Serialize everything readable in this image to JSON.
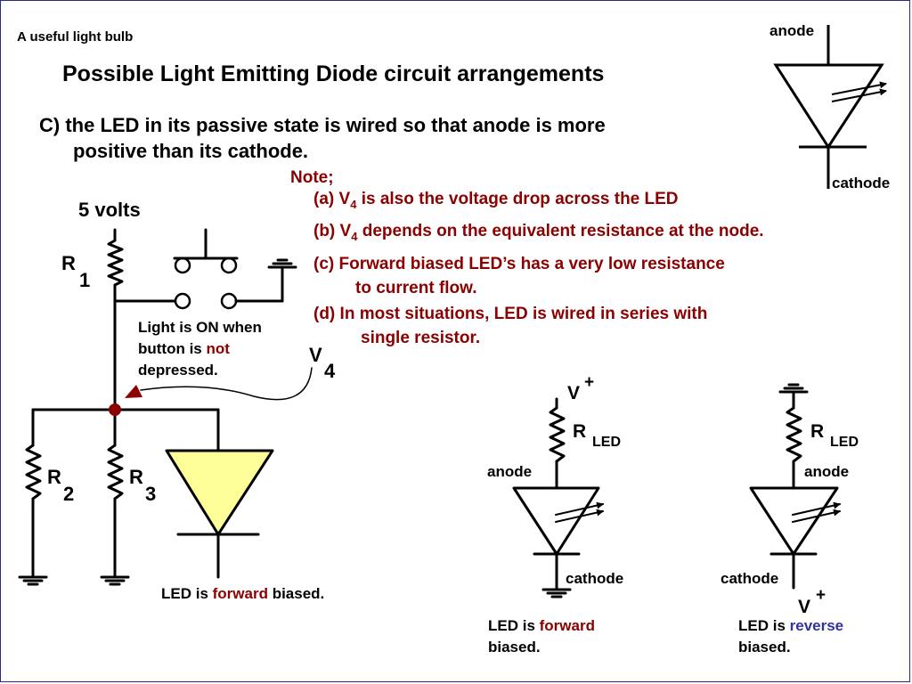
{
  "slide": {
    "header": "A useful light bulb",
    "title": "Possible Light Emitting Diode circuit arrangements",
    "subtitle_line1": "C) the LED in its passive state is wired so that anode is more",
    "subtitle_line2": "positive than its cathode."
  },
  "notes": {
    "heading": "Note;",
    "a_prefix": "(a)  V",
    "a_sub": "4",
    "a_rest": " is also the voltage drop across the LED",
    "b_prefix": "(b)  V",
    "b_sub": "4",
    "b_rest": " depends on the equivalent resistance at the node.",
    "c_line1": "(c)  Forward biased LED’s has a very low resistance",
    "c_line2": "to current flow.",
    "d_line1": "(d)  In most situations, LED is wired in series with",
    "d_line2": "single resistor."
  },
  "symbol_legend": {
    "anode": "anode",
    "cathode": "cathode"
  },
  "main_circuit": {
    "supply": "5 volts",
    "r1_letter": "R",
    "r1_sub": "1",
    "r2_letter": "R",
    "r2_sub": "2",
    "r3_letter": "R",
    "r3_sub": "3",
    "v4_letter": "V",
    "v4_sub": "4",
    "button_note_line1": "Light is ON when",
    "button_note_line2_pre": "button is ",
    "button_note_line2_em": "not",
    "button_note_line3": "depressed.",
    "caption_pre": "LED is ",
    "caption_em": "forward",
    "caption_post": " biased."
  },
  "forward_circuit": {
    "v_letter": "V",
    "v_sup": "+",
    "r_letter": "R",
    "r_sub": "LED",
    "anode": "anode",
    "cathode": "cathode",
    "caption_pre": "LED is ",
    "caption_em": "forward",
    "caption_post": "biased."
  },
  "reverse_circuit": {
    "v_letter": "V",
    "v_sup": "+",
    "r_letter": "R",
    "r_sub": "LED",
    "anode": "anode",
    "cathode": "cathode",
    "caption_pre": "LED is ",
    "caption_em": "reverse",
    "caption_post": "biased."
  },
  "colors": {
    "accent_red": "#8b0000",
    "accent_blue": "#3232a0",
    "led_fill": "#ffff99",
    "node_dot": "#8b0000"
  }
}
